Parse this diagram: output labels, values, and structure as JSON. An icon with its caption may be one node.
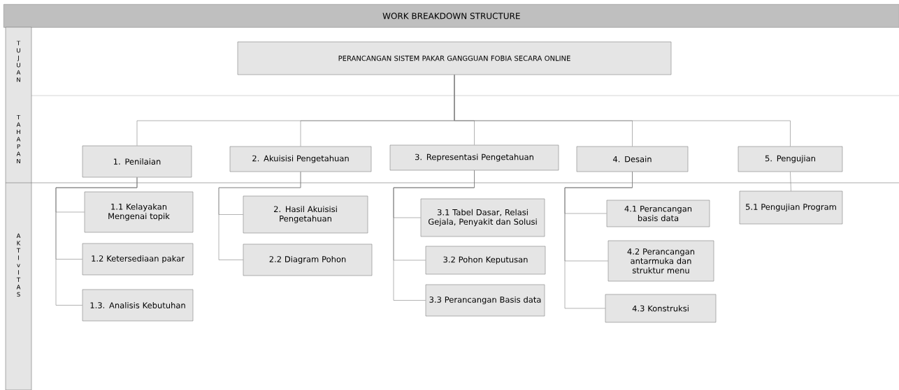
{
  "diagram": {
    "title": "WORK BREAKDOWN STRUCTURE",
    "nodes": [
      {
        "text": [
          "PERANCANGAN SISTEM PAKAR GANGGUAN FOBIA SECARA ONLINE"
        ]
      },
      {
        "text": [
          "1. Penilaian"
        ]
      },
      {
        "text": [
          "2. Akuisisi Pengetahuan"
        ]
      },
      {
        "text": [
          "3. Representasi Pengetahuan"
        ]
      },
      {
        "text": [
          "4. Desain"
        ]
      },
      {
        "text": [
          "5. Pengujian"
        ]
      },
      {
        "text": [
          "1.1 Kelayakan Mengenai topik"
        ]
      },
      {
        "text": [
          "1.2 Ketersediaan pakar"
        ]
      },
      {
        "text": [
          "1.3. Analisis Kebutuhan"
        ]
      },
      {
        "text": [
          "2. Hasil Akuisisi Pengetahuan"
        ]
      },
      {
        "text": [
          "2.2 Diagram Pohon"
        ]
      },
      {
        "text": [
          "3.1 Tabel Dasar, Relasi Gejala, Penyakit dan Solusi"
        ]
      },
      {
        "text": [
          "3.2 Pohon Keputusan"
        ]
      },
      {
        "text": [
          "3.3 Perancangan Basis data"
        ]
      },
      {
        "text": [
          "4.1 Perancangan basis data"
        ]
      },
      {
        "text": [
          "4.2 Perancangan antarmuka dan struktur menu"
        ]
      },
      {
        "text": [
          "4.3 Konstruksi"
        ]
      },
      {
        "text": [
          "5.1 Pengujian Program"
        ]
      }
    ],
    "edges": [
      {
        "from": 0,
        "to": 1,
        "arrow": "none"
      },
      {
        "from": 0,
        "to": 2,
        "arrow": "none"
      },
      {
        "from": 0,
        "to": 3,
        "arrow": "none"
      },
      {
        "from": 0,
        "to": 4,
        "arrow": "none"
      },
      {
        "from": 0,
        "to": 5,
        "arrow": "none"
      },
      {
        "from": 1,
        "to": 6,
        "arrow": "none"
      },
      {
        "from": 1,
        "to": 7,
        "arrow": "none"
      },
      {
        "from": 1,
        "to": 8,
        "arrow": "none"
      },
      {
        "from": 2,
        "to": 9,
        "arrow": "none"
      },
      {
        "from": 2,
        "to": 10,
        "arrow": "none"
      },
      {
        "from": 3,
        "to": 11,
        "arrow": "none"
      },
      {
        "from": 3,
        "to": 12,
        "arrow": "none"
      },
      {
        "from": 3,
        "to": 13,
        "arrow": "none"
      },
      {
        "from": 4,
        "to": 14,
        "arrow": "none"
      },
      {
        "from": 4,
        "to": 15,
        "arrow": "none"
      },
      {
        "from": 4,
        "to": 16,
        "arrow": "none"
      },
      {
        "from": 5,
        "to": 17,
        "arrow": "none"
      }
    ],
    "labels": [
      "TUJUAN",
      "TAHAPAN",
      "AKTIvITAS"
    ]
  }
}
